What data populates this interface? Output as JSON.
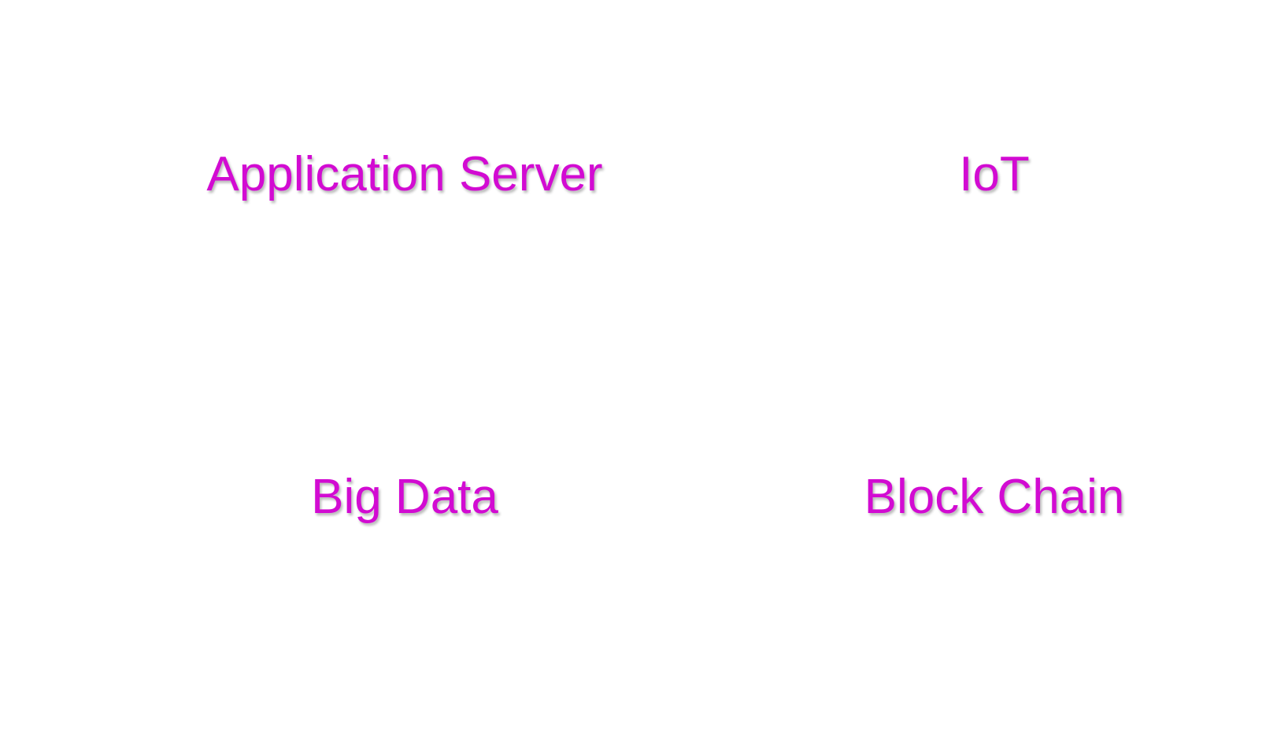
{
  "slide": {
    "text_color": "#d20bd2",
    "background": "#ffffff",
    "topics": [
      {
        "label": "Application Server"
      },
      {
        "label": "IoT"
      },
      {
        "label": "Big Data"
      },
      {
        "label": "Block Chain"
      }
    ]
  }
}
